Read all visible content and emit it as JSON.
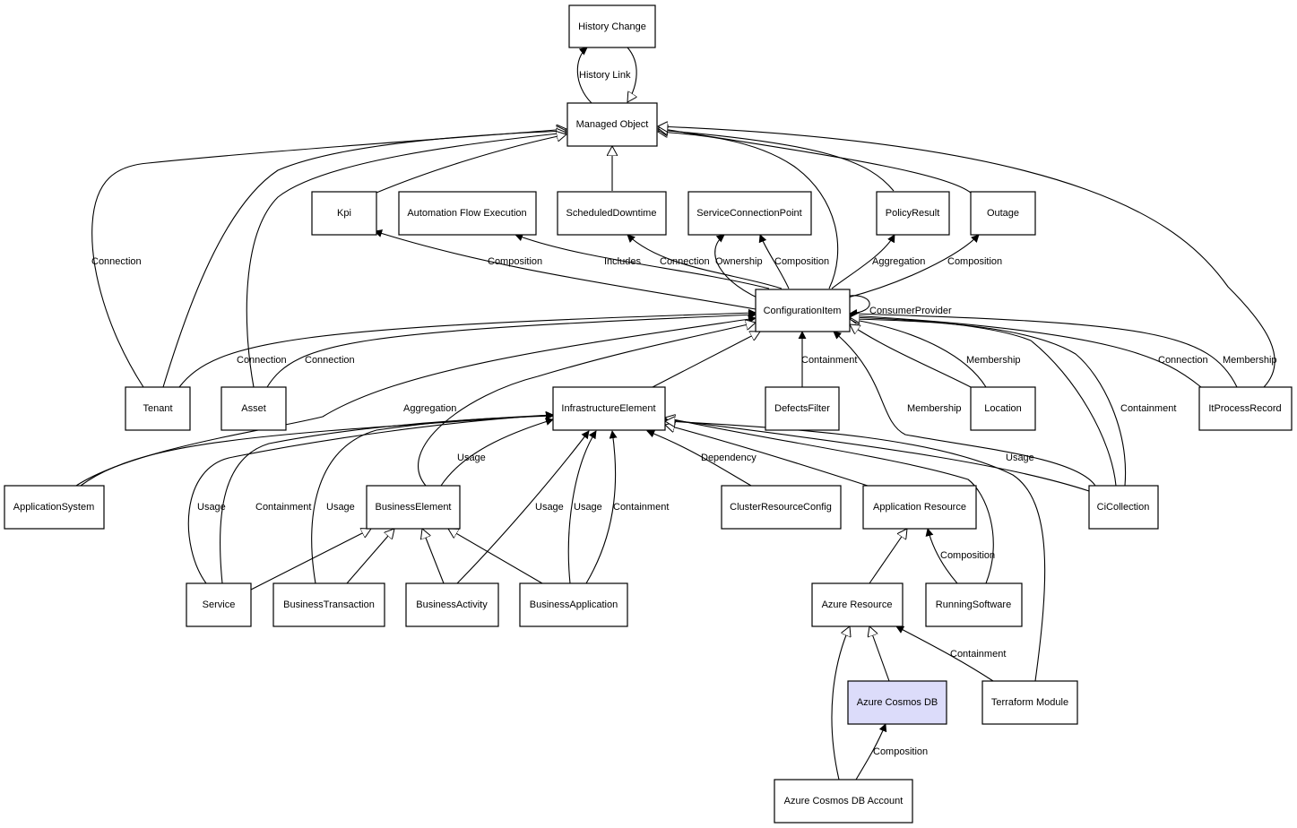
{
  "nodes": {
    "history_change": "History Change",
    "managed_object": "Managed Object",
    "kpi": "Kpi",
    "automation_flow_execution": "Automation Flow Execution",
    "scheduled_downtime": "ScheduledDowntime",
    "service_connection_point": "ServiceConnectionPoint",
    "policy_result": "PolicyResult",
    "outage": "Outage",
    "configuration_item": "ConfigurationItem",
    "tenant": "Tenant",
    "asset": "Asset",
    "infrastructure_element": "InfrastructureElement",
    "defects_filter": "DefectsFilter",
    "location": "Location",
    "it_process_record": "ItProcessRecord",
    "application_system": "ApplicationSystem",
    "business_element": "BusinessElement",
    "cluster_resource_config": "ClusterResourceConfig",
    "application_resource": "Application Resource",
    "ci_collection": "CiCollection",
    "service": "Service",
    "business_transaction": "BusinessTransaction",
    "business_activity": "BusinessActivity",
    "business_application": "BusinessApplication",
    "azure_resource": "Azure Resource",
    "running_software": "RunningSoftware",
    "azure_cosmos_db": "Azure Cosmos DB",
    "terraform_module": "Terraform Module",
    "azure_cosmos_db_account": "Azure Cosmos DB Account"
  },
  "edge_labels": {
    "history_link": "History Link",
    "connection_tenant_mo": "Connection",
    "composition_kpi": "Composition",
    "includes": "Includes",
    "connection_scp": "Connection",
    "ownership": "Ownership",
    "composition_scp": "Composition",
    "aggregation_policy": "Aggregation",
    "composition_outage": "Composition",
    "consumer_provider": "ConsumerProvider",
    "connection_tenant_ci": "Connection",
    "connection_asset_ci": "Connection",
    "containment_defects": "Containment",
    "membership_location": "Membership",
    "connection_itprocess": "Connection",
    "membership_itprocess": "Membership",
    "aggregation_appsystem": "Aggregation",
    "membership_cicollection": "Membership",
    "containment_cicollection": "Containment",
    "usage_businesselement": "Usage",
    "dependency_cluster": "Dependency",
    "usage_cicollection": "Usage",
    "usage_service": "Usage",
    "containment_service": "Containment",
    "usage_btransaction": "Usage",
    "usage_bactivity": "Usage",
    "usage_bapplication": "Usage",
    "containment_bapplication": "Containment",
    "composition_running": "Composition",
    "containment_terraform": "Containment",
    "composition_cosmos": "Composition"
  },
  "colors": {
    "highlight_fill": "#dcdcfa",
    "line": "#000000"
  }
}
